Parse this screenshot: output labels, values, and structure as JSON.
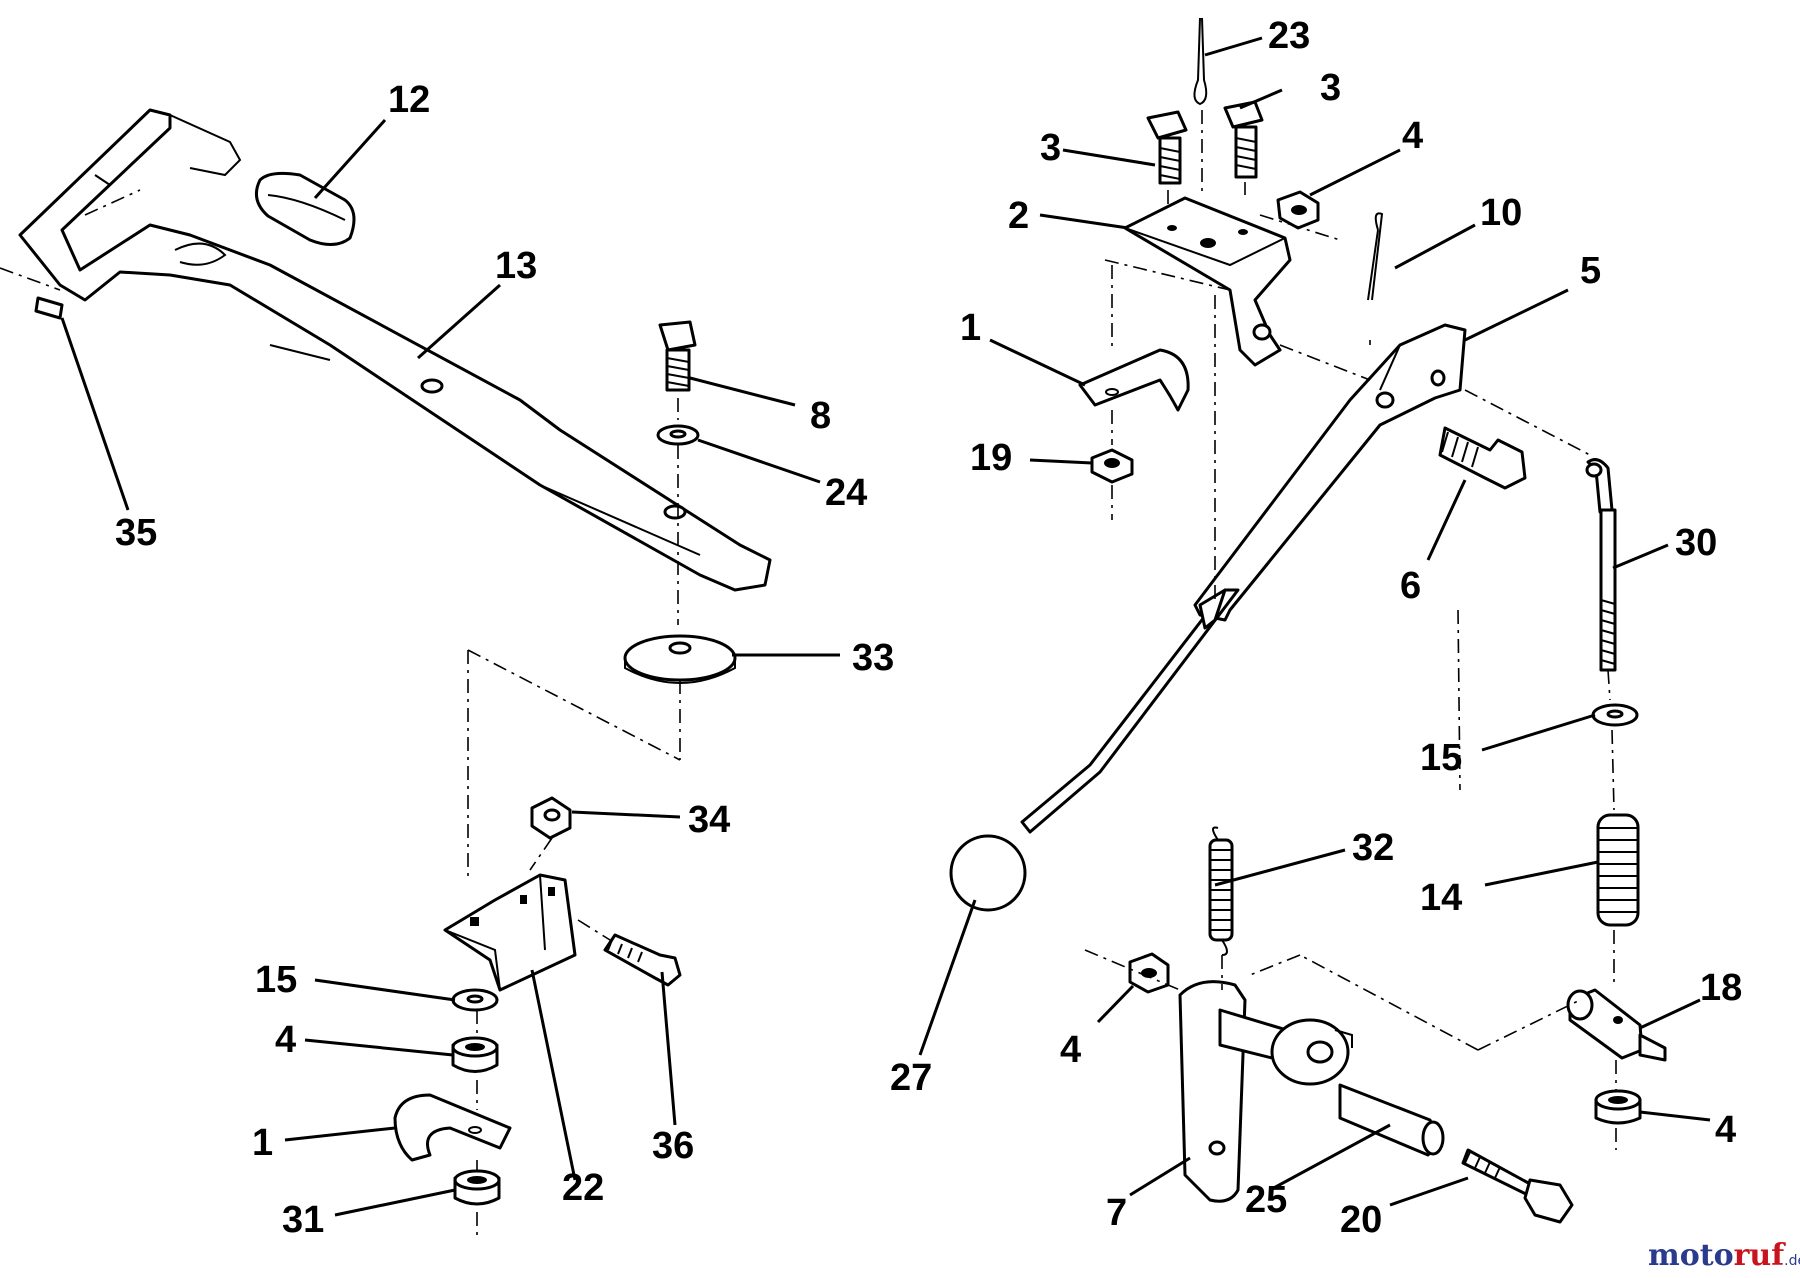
{
  "callouts": {
    "c1_left": "1",
    "c1_right": "1",
    "c2": "2",
    "c3_left": "3",
    "c3_right": "3",
    "c4_top": "4",
    "c4_left": "4",
    "c4_mid": "4",
    "c4_bottom_right": "4",
    "c5": "5",
    "c6": "6",
    "c7": "7",
    "c8": "8",
    "c10": "10",
    "c12": "12",
    "c13": "13",
    "c14": "14",
    "c15_left": "15",
    "c15_right": "15",
    "c18": "18",
    "c19": "19",
    "c20": "20",
    "c22": "22",
    "c23": "23",
    "c24": "24",
    "c25": "25",
    "c27": "27",
    "c30": "30",
    "c31": "31",
    "c32": "32",
    "c33": "33",
    "c34": "34",
    "c35": "35",
    "c36": "36"
  },
  "watermark": {
    "brand": "motoruf",
    "suffix": ".de",
    "colors": {
      "moto": "#2a3a8c",
      "ruf": "#c8141e"
    }
  }
}
